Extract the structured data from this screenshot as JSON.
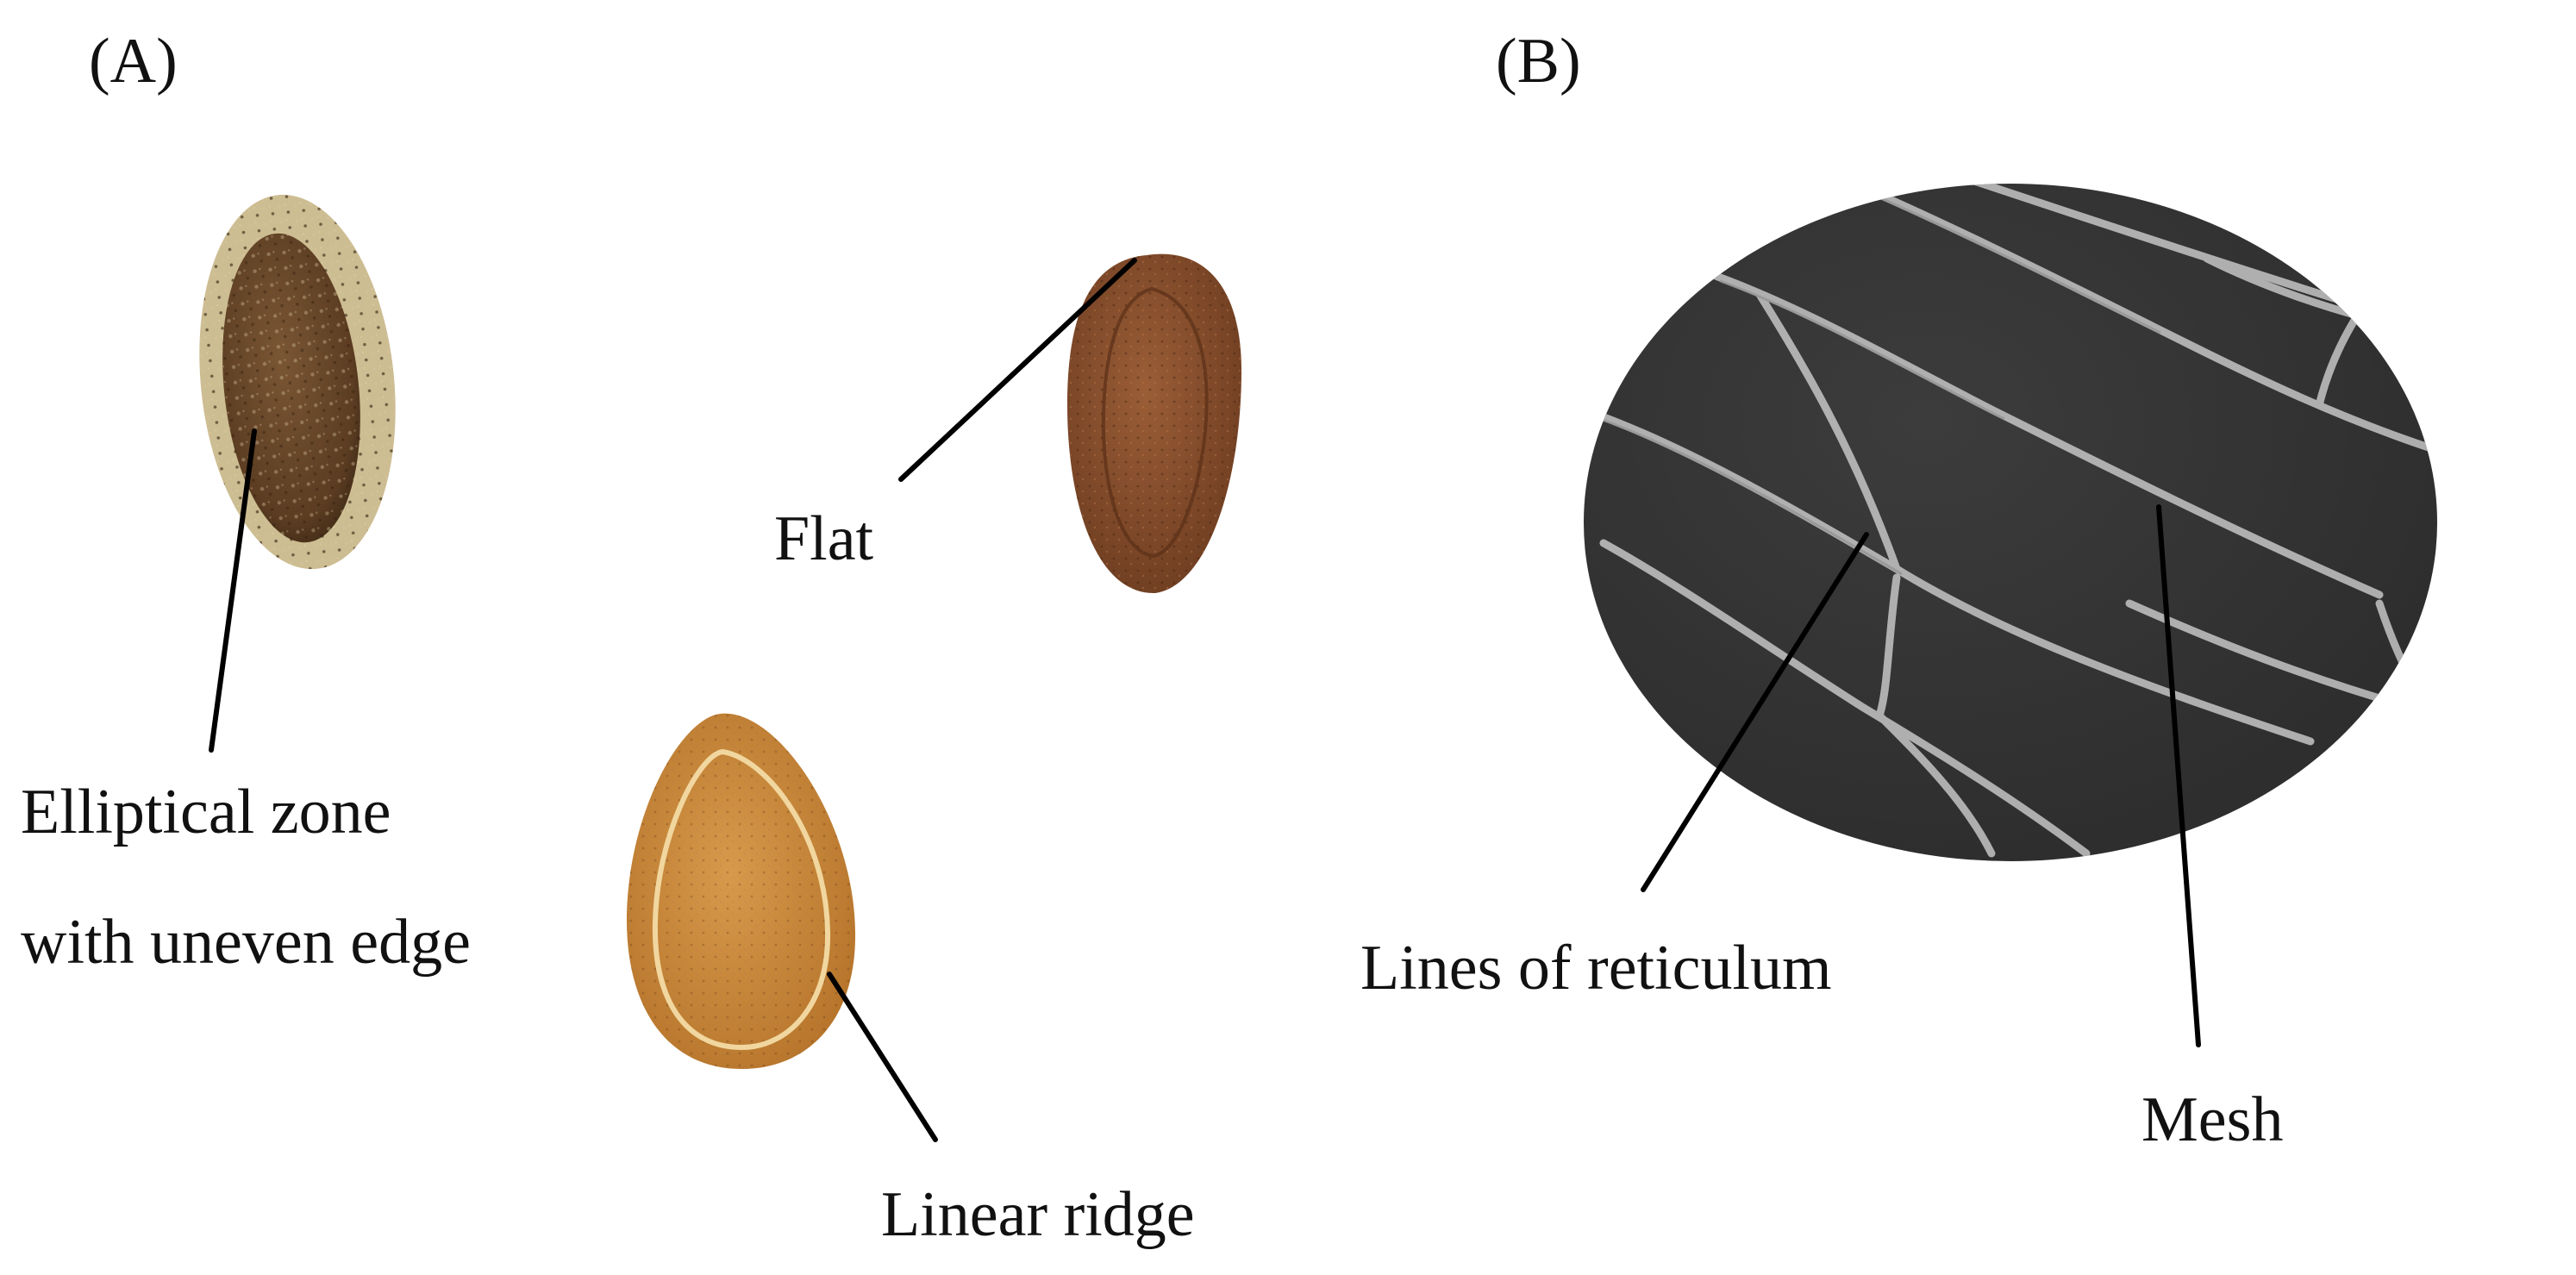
{
  "panels": {
    "a": {
      "label": "(A)",
      "seeds": [
        {
          "name": "seed-elliptical",
          "color_outer": "#c9b890",
          "color_inner": "#6b4a2c",
          "callout": "Elliptical zone with uneven edge"
        },
        {
          "name": "seed-flat",
          "color_outer": "#7a4526",
          "color_inner": "#8d5331",
          "callout": "Flat"
        },
        {
          "name": "seed-ridge",
          "color_outer": "#c98b3e",
          "color_inner": "#bd7f35",
          "callout": "Linear ridge"
        }
      ],
      "callouts": {
        "elliptical_line1": "Elliptical zone",
        "elliptical_line2": "with uneven edge",
        "flat": "Flat",
        "linear_ridge": "Linear ridge"
      }
    },
    "b": {
      "label": "(B)",
      "micrograph_bg": "#3a3a3a",
      "reticulum_color": "#bdbdbd",
      "callouts": {
        "lines": "Lines of reticulum",
        "mesh": "Mesh"
      }
    }
  }
}
